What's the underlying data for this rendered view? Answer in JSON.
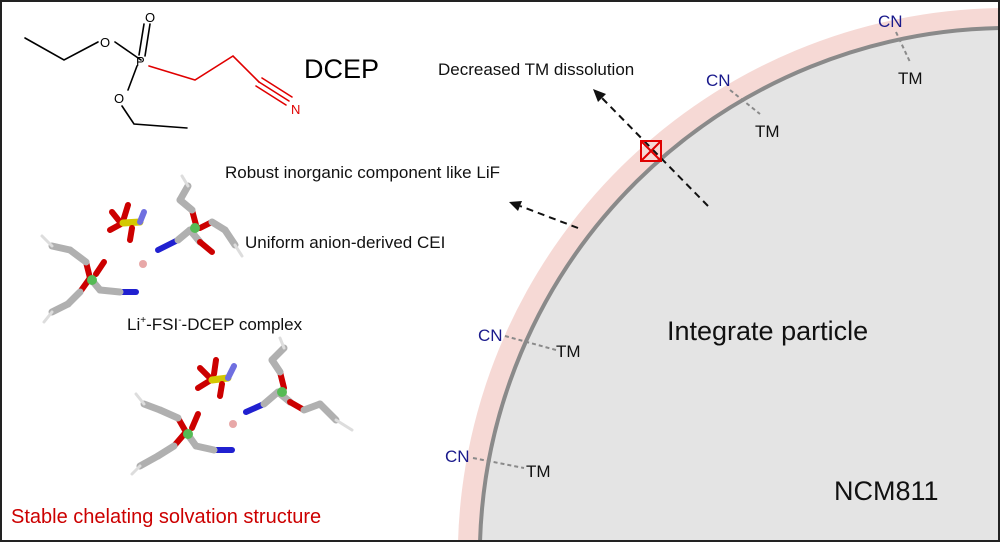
{
  "molecule": {
    "name": "DCEP",
    "atoms": {
      "o_upper": "O",
      "o_double": "O",
      "p": "P",
      "o_lower": "O",
      "n": "N"
    }
  },
  "labels": {
    "dissolution": "Decreased TM dissolution",
    "inorganic": "Robust inorganic component like LiF",
    "cei": "Uniform anion-derived CEI",
    "complex_li": "Li",
    "complex_li_sup": "+",
    "complex_mid": "-FSI",
    "complex_mid_sup": "-",
    "complex_end": "-DCEP complex",
    "solvation": "Stable chelating solvation structure",
    "particle": "Integrate particle",
    "material": "NCM811"
  },
  "binding_sites": [
    {
      "group": "CN",
      "metal": "TM"
    },
    {
      "group": "CN",
      "metal": "TM"
    },
    {
      "group": "CN",
      "metal": "TM"
    },
    {
      "group": "CN",
      "metal": "TM"
    }
  ],
  "colors": {
    "frame": "#222222",
    "particle_fill": "#e4e4e4",
    "particle_edge": "#8a8a8a",
    "cei_layer": "#f6d9d5",
    "nitrile": "#e00000",
    "cn_label": "#1a1a8c",
    "red_title": "#cc0000",
    "marker": "#e00000"
  }
}
